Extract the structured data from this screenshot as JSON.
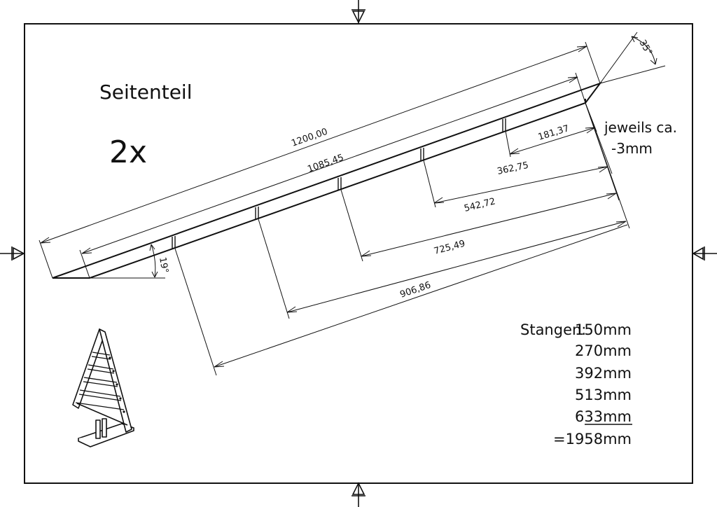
{
  "title": "Seitenteil",
  "quantity": "2x",
  "note": {
    "line1": "jeweils ca.",
    "line2": "-3mm"
  },
  "angles": {
    "top": "35°",
    "bottom": "19°"
  },
  "dimensions": {
    "d1200": "1200,00",
    "d1085": "1085,45",
    "d181": "181,37",
    "d362": "362,75",
    "d542": "542,72",
    "d725": "725,49",
    "d906": "906,86"
  },
  "parts_list": {
    "label": "Stangen:",
    "items": [
      "150mm",
      "270mm",
      "392mm",
      "513mm",
      "633mm"
    ],
    "total": "=1958mm"
  }
}
